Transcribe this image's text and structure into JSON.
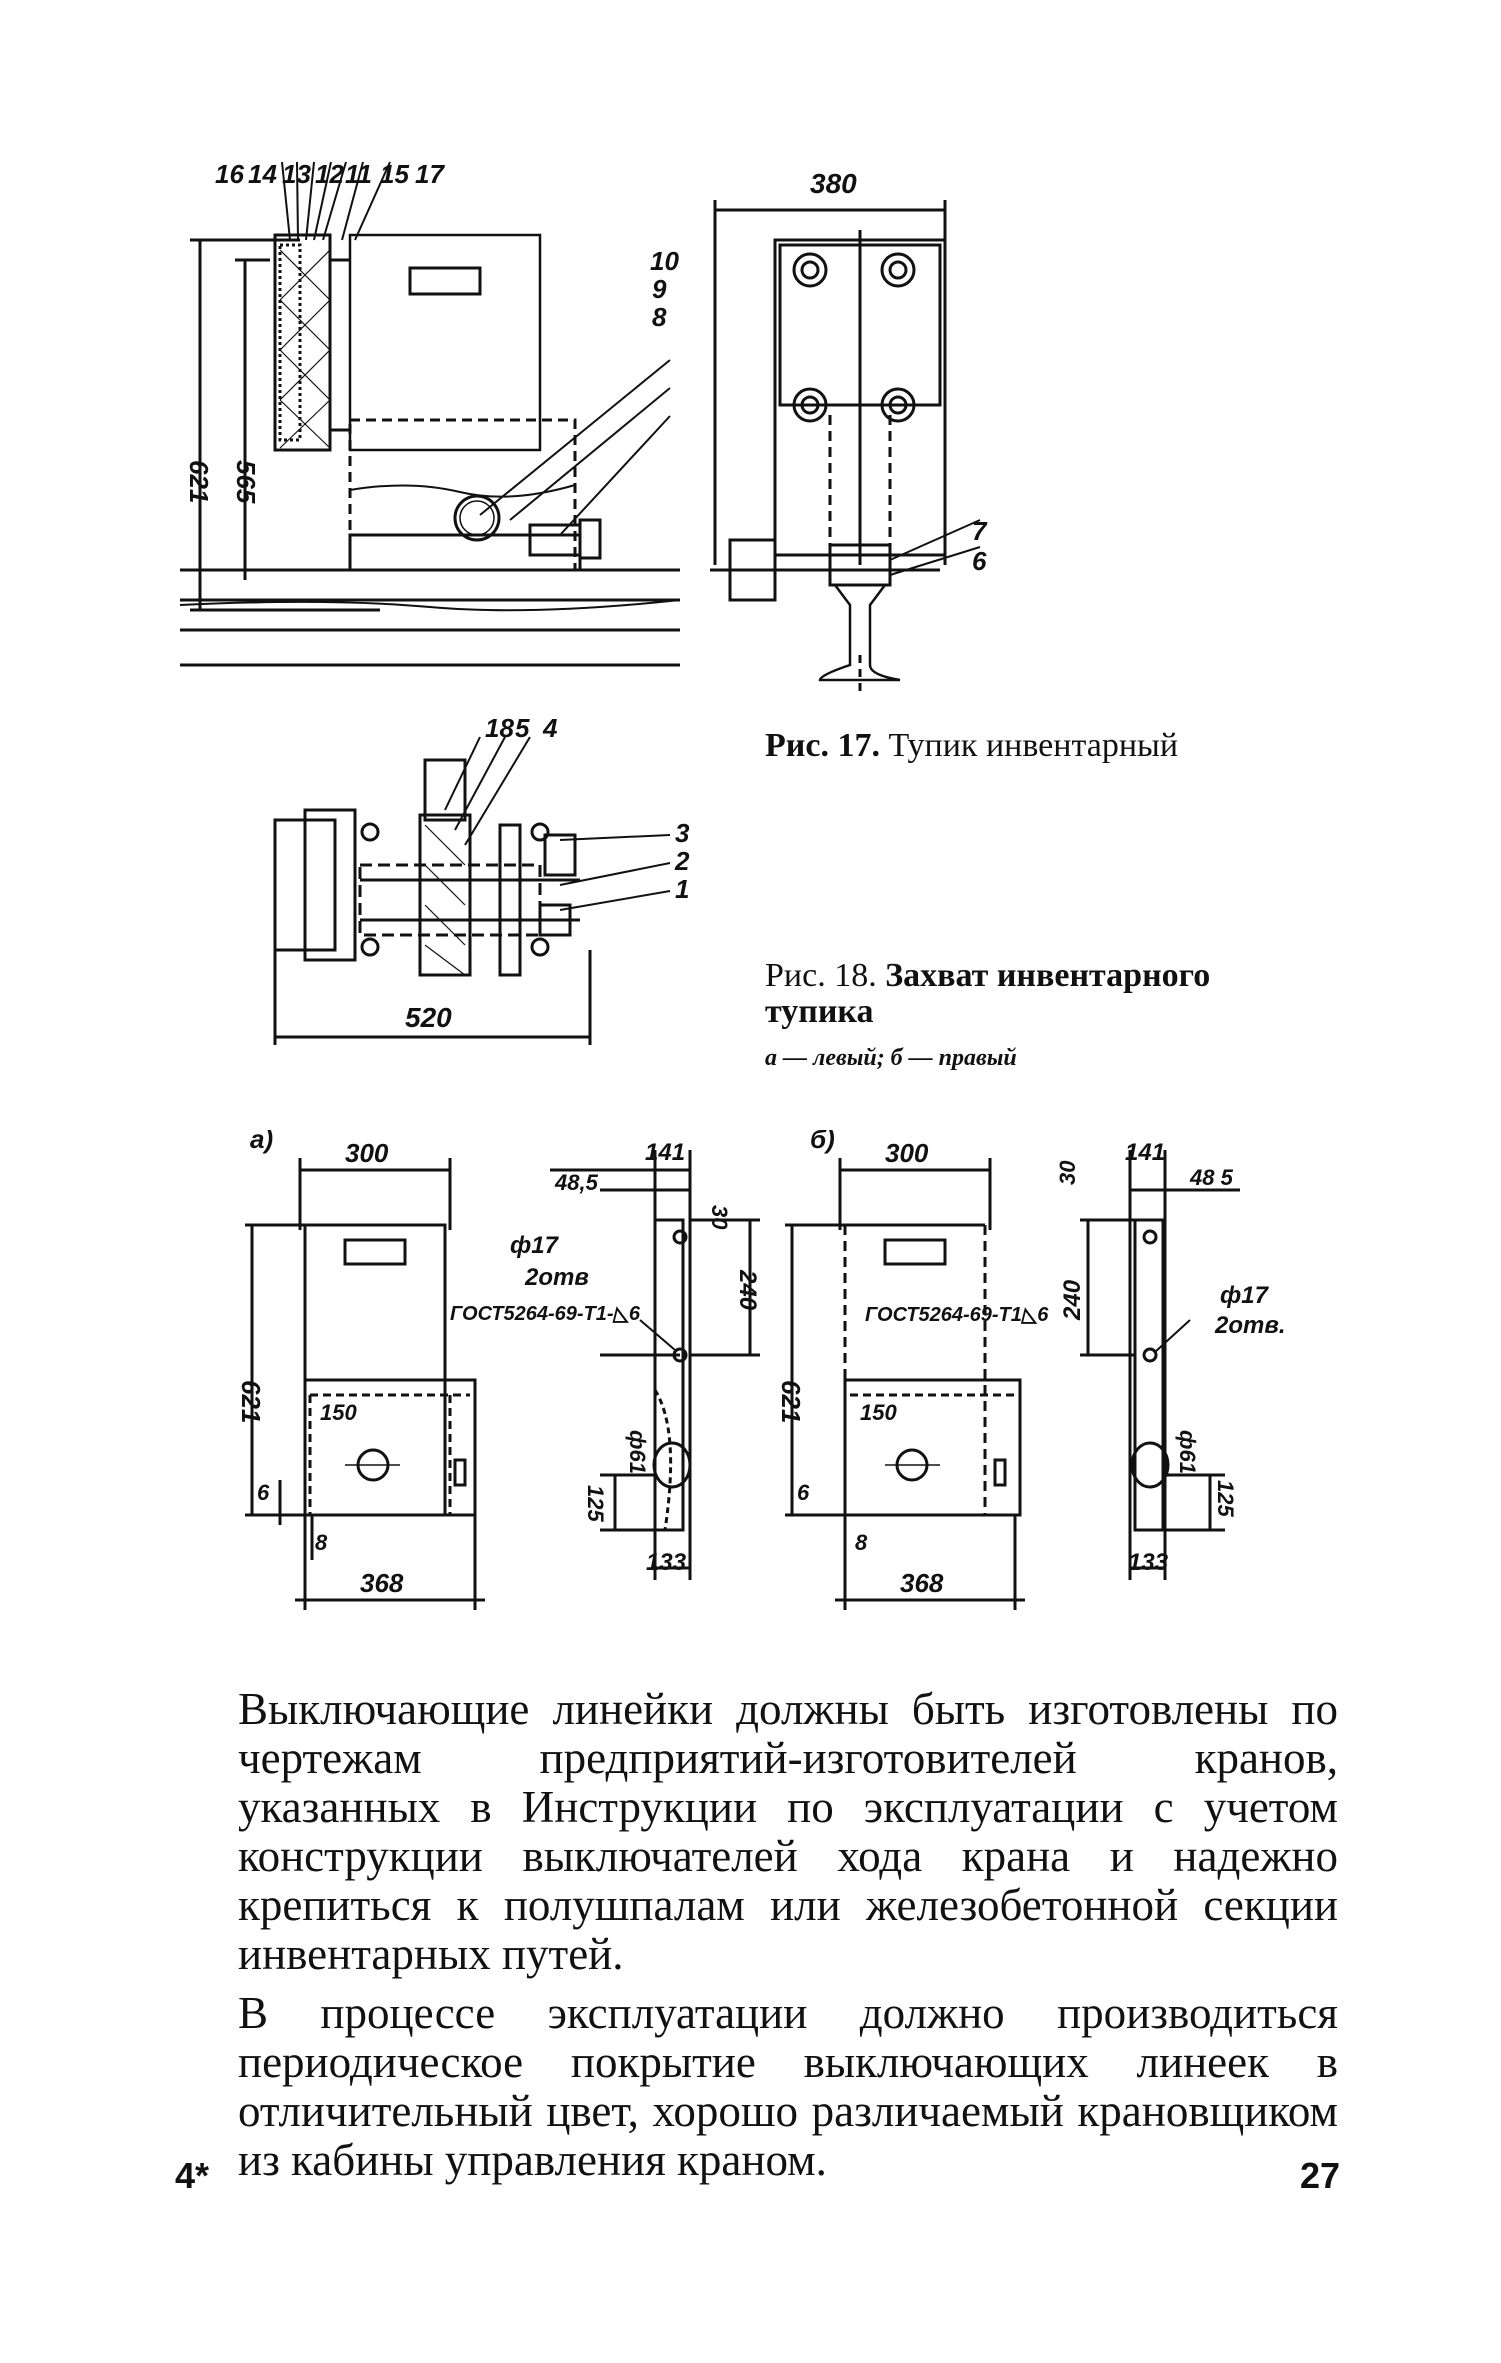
{
  "fig17": {
    "caption_num": "Рис. 17.",
    "caption_text": "Тупик инвентарный",
    "side_labels": [
      "16",
      "14",
      "13",
      "12",
      "11",
      "15",
      "17",
      "10",
      "9",
      "8"
    ],
    "dim_621": "621",
    "dim_565": "565",
    "front_dim_380": "380",
    "front_labels": [
      "7",
      "6"
    ]
  },
  "fig18": {
    "caption_num": "Рис. 18.",
    "caption_text": "Захват инвентарного тупика",
    "caption_note": "а — левый; б — правый",
    "labels": [
      "18",
      "5",
      "4",
      "3",
      "2",
      "1"
    ],
    "dim_520": "520",
    "view_a": {
      "marker": "а)",
      "dim_300": "300",
      "dim_621": "621",
      "dim_150": "150",
      "dim_6": "6",
      "dim_8": "8",
      "dim_368": "368",
      "side": {
        "dim_141": "141",
        "dim_48": "48,5",
        "dim_30": "30",
        "hole": "ф17",
        "holes": "2отв",
        "standard": "ГОСТ5264-69-Т1-◺6",
        "dim_240": "240",
        "dim_61": "ф61",
        "dim_125": "125",
        "dim_133": "133"
      }
    },
    "view_b": {
      "marker": "б)",
      "dim_300": "300",
      "dim_621": "621",
      "dim_150": "150",
      "dim_6": "6",
      "dim_8": "8",
      "dim_368": "368",
      "side": {
        "dim_141": "141",
        "dim_48": "48 5",
        "dim_30": "30",
        "hole": "ф17",
        "holes": "2отв.",
        "standard": "ГОСТ5264-69-Т1◺6",
        "dim_240": "240",
        "dim_61": "ф61",
        "dim_125": "125",
        "dim_133": "133"
      }
    }
  },
  "text": {
    "para1": "Выключающие линейки должны быть изготовлены по чертежам предприятий-изготовителей кранов, указанных в Инструкции по эксплуатации с учетом конструкции выключателей хода крана и надежно крепиться к полушпалам или железобетонной секции инвентарных путей.",
    "para2": "В процессе эксплуатации должно производиться периодическое покрытие выключающих линеек в отличительный цвет, хорошо различаемый крановщиком из кабины управления краном."
  },
  "footer": {
    "signature": "4*",
    "page_number": "27"
  }
}
